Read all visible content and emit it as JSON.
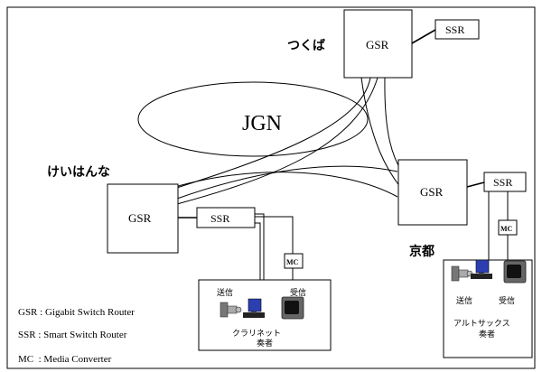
{
  "sites": {
    "tsukuba": "つくば",
    "keihanna": "けいはんな",
    "kyoto": "京都"
  },
  "network": {
    "label": "JGN"
  },
  "nodes": {
    "gsr_tsukuba": "GSR",
    "ssr_tsukuba": "SSR",
    "gsr_keihanna": "GSR",
    "ssr_keihanna": "SSR",
    "gsr_kyoto": "GSR",
    "ssr_kyoto": "SSR",
    "mc_keihanna": "MC",
    "mc_kyoto": "MC"
  },
  "keihanna_box": {
    "send_label": "送信",
    "recv_label": "受信",
    "performer_line1": "クラリネット",
    "performer_line2": "奏者"
  },
  "kyoto_box": {
    "send_label": "送信",
    "recv_label": "受信",
    "performer_line1": "アルトサックス",
    "performer_line2": "奏者"
  },
  "legend": {
    "gsr": "GSR : Gigabit Switch Router",
    "ssr": "SSR : Smart Switch Router",
    "mc": "MC  : Media Converter"
  },
  "icons": [
    "camera-icon",
    "computer-icon",
    "monitor-icon"
  ]
}
